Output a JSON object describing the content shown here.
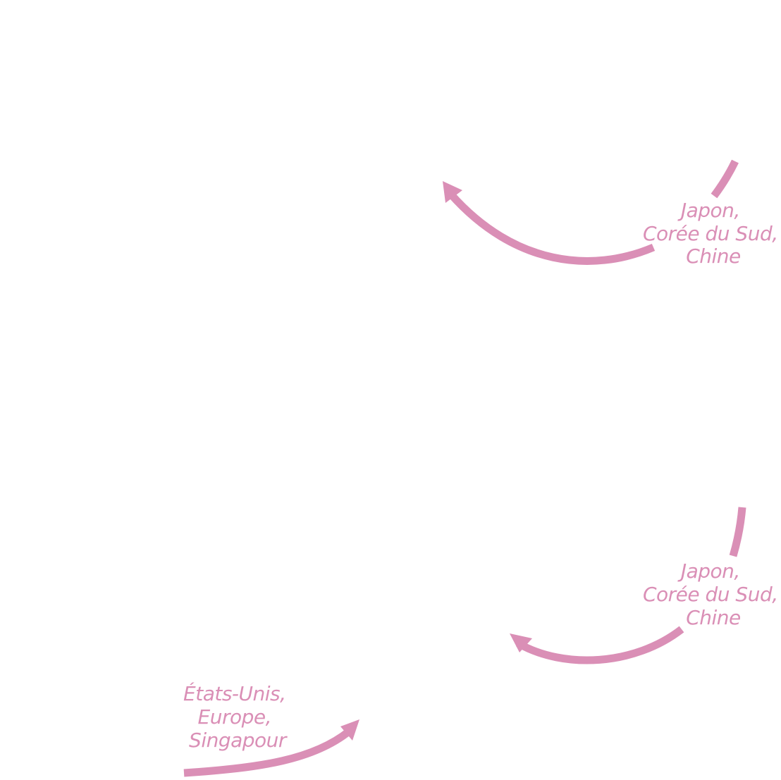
{
  "colors": {
    "accent": "#da8fb6"
  },
  "flows": [
    {
      "id": "flow-top",
      "label_lines": [
        "Japon,",
        "Corée du Sud,",
        "Chine"
      ]
    },
    {
      "id": "flow-middle",
      "label_lines": [
        "Japon,",
        "Corée du Sud,",
        "Chine"
      ]
    },
    {
      "id": "flow-bottom",
      "label_lines": [
        "États-Unis,",
        "Europe,",
        "Singapour"
      ]
    }
  ]
}
